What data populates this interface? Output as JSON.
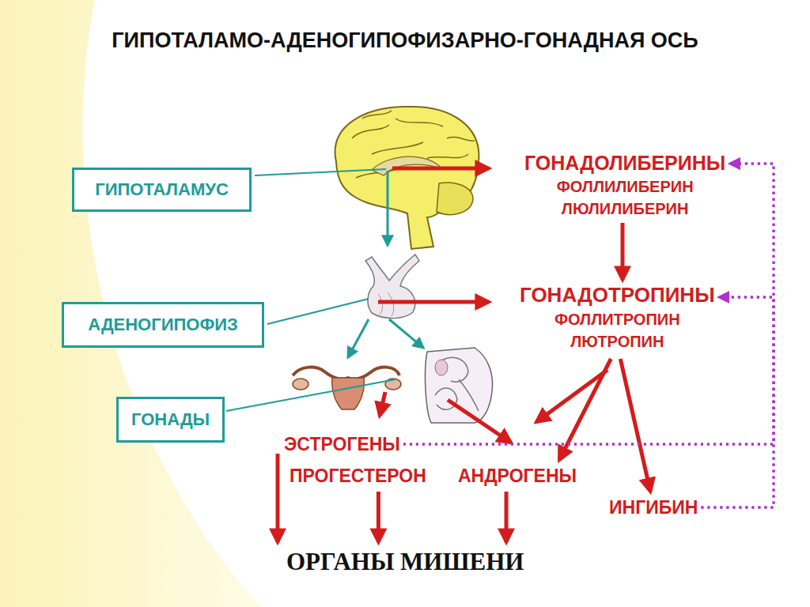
{
  "diagram": {
    "title": "ГИПОТАЛАМО-АДЕНОГИПОФИЗАРНО-ГОНАДНАЯ ОСЬ",
    "nodes": [
      {
        "text": [
          "ГИПОТАЛАМУС"
        ]
      },
      {
        "text": [
          "АДЕНОГИПОФИЗ"
        ]
      },
      {
        "text": [
          "ГОНАДЫ"
        ]
      },
      {
        "text": [
          "ГОНАДОЛИБЕРИНЫ",
          "ФОЛЛИЛИБЕРИН",
          "ЛЮЛИЛИБЕРИН"
        ]
      },
      {
        "text": [
          "ГОНАДОТРОПИНЫ",
          "ФОЛЛИТРОПИН",
          "ЛЮТРОПИН"
        ]
      },
      {
        "text": [
          "ЭСТРОГЕНЫ"
        ]
      },
      {
        "text": [
          "ПРОГЕСТЕРОН"
        ]
      },
      {
        "text": [
          "АНДРОГЕНЫ"
        ]
      },
      {
        "text": [
          "ИНГИБИН"
        ]
      },
      {
        "text": [
          "ОРГАНЫ МИШЕНИ"
        ]
      }
    ],
    "edges": [
      {
        "from": 3,
        "to": 4,
        "arrow": "to"
      },
      {
        "from": 4,
        "to": 7,
        "arrow": "to"
      },
      {
        "from": 4,
        "to": 8,
        "arrow": "to"
      },
      {
        "from": 5,
        "to": 9,
        "arrow": "to"
      },
      {
        "from": 6,
        "to": 9,
        "arrow": "to"
      },
      {
        "from": 7,
        "to": 9,
        "arrow": "to"
      },
      {
        "from": 5,
        "to": 3,
        "arrow": "to"
      },
      {
        "from": 5,
        "to": 4,
        "arrow": "to"
      },
      {
        "from": 8,
        "to": 3,
        "arrow": "to"
      },
      {
        "from": 8,
        "to": 4,
        "arrow": "to"
      }
    ]
  }
}
